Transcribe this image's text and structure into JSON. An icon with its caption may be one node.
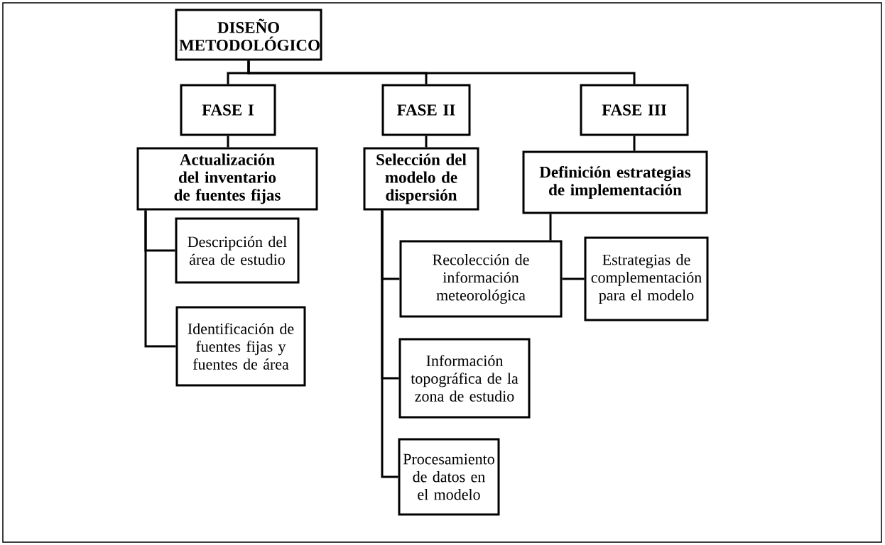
{
  "diagram": {
    "nodes": [
      {
        "text": [
          "DISEÑO METODOLÓGICO"
        ]
      },
      {
        "text": [
          "FASE I"
        ]
      },
      {
        "text": [
          "FASE II"
        ]
      },
      {
        "text": [
          "FASE III"
        ]
      },
      {
        "text": [
          "Actualización del inventario de fuentes fijas"
        ]
      },
      {
        "text": [
          "Selección del modelo de dispersión"
        ]
      },
      {
        "text": [
          "Definición estrategias de implementación"
        ]
      },
      {
        "text": [
          "Descripción del área de estudio"
        ]
      },
      {
        "text": [
          "Identificación de fuentes fijas y fuentes de área"
        ]
      },
      {
        "text": [
          "Recolección de información meteorológica"
        ]
      },
      {
        "text": [
          "Estrategias de complementación para el modelo"
        ]
      },
      {
        "text": [
          "Información topográfica de la zona de estudio"
        ]
      },
      {
        "text": [
          "Procesamiento de datos en el modelo"
        ]
      }
    ],
    "edges": [
      {
        "from": 0,
        "to": 1,
        "arrow": "none"
      },
      {
        "from": 0,
        "to": 2,
        "arrow": "none"
      },
      {
        "from": 0,
        "to": 3,
        "arrow": "none"
      },
      {
        "from": 1,
        "to": 4,
        "arrow": "none"
      },
      {
        "from": 2,
        "to": 5,
        "arrow": "none"
      },
      {
        "from": 3,
        "to": 6,
        "arrow": "none"
      },
      {
        "from": 4,
        "to": 7,
        "arrow": "none"
      },
      {
        "from": 4,
        "to": 8,
        "arrow": "none"
      },
      {
        "from": 5,
        "to": 9,
        "arrow": "none"
      },
      {
        "from": 5,
        "to": 11,
        "arrow": "none"
      },
      {
        "from": 5,
        "to": 12,
        "arrow": "none"
      },
      {
        "from": 6,
        "to": 9,
        "arrow": "none"
      },
      {
        "from": 9,
        "to": 10,
        "arrow": "none"
      }
    ]
  }
}
